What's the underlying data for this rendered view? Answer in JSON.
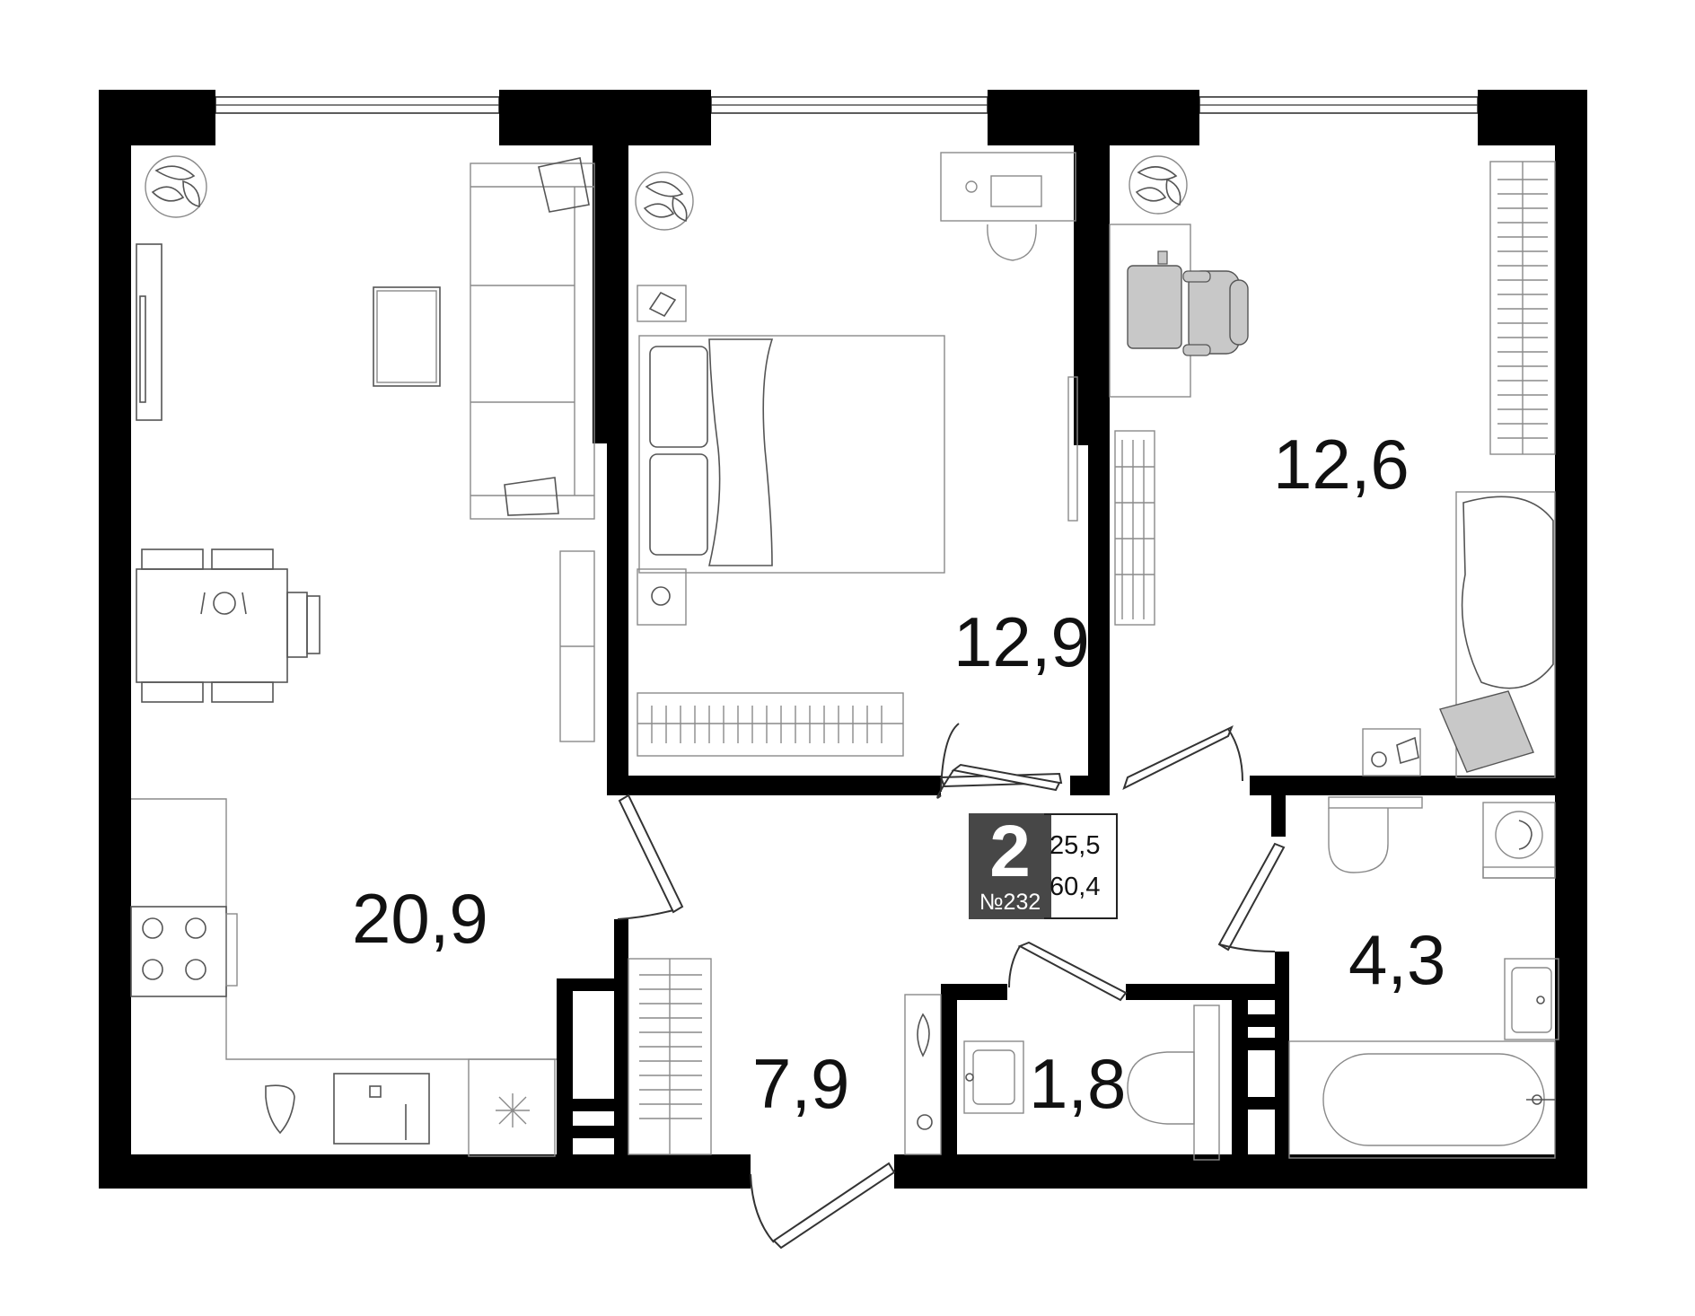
{
  "apartment": {
    "rooms_count": "2",
    "number": "№232",
    "living_area": "25,5",
    "total_area": "60,4"
  },
  "rooms": {
    "living_kitchen": "20,9",
    "bedroom": "12,9",
    "room_two": "12,6",
    "hallway": "7,9",
    "toilet": "1,8",
    "bathroom": "4,3"
  },
  "colors": {
    "wall": "#000000",
    "badge": "#474747",
    "furniture_fill": "#c8c8c8"
  }
}
